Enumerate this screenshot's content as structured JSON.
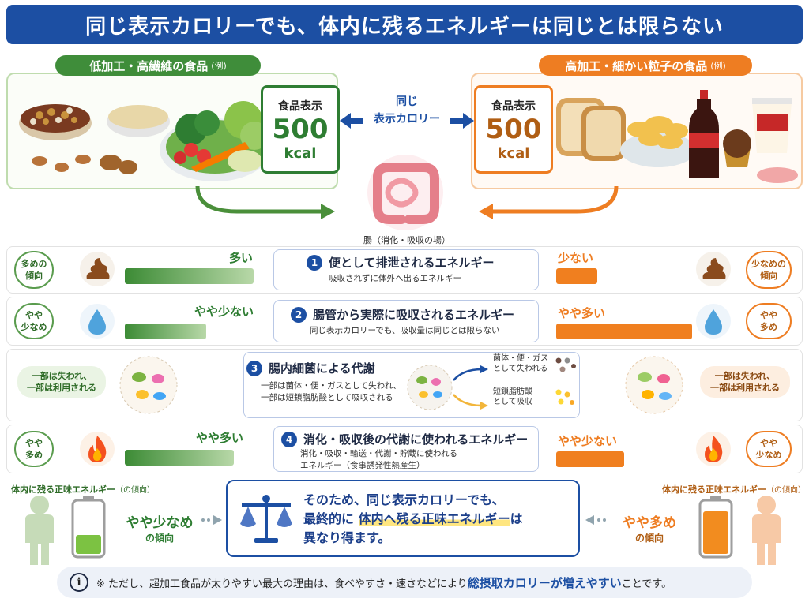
{
  "header": {
    "title": "同じ表示カロリーでも、体内に残るエネルギーは同じとは限らない"
  },
  "left_panel": {
    "tag": "低加工・高繊維の食品",
    "tag_note": "(例)",
    "label_title": "食品表示",
    "label_value": "500",
    "label_unit": "kcal",
    "color": "#2e7d32"
  },
  "right_panel": {
    "tag": "高加工・細かい粒子の食品",
    "tag_note": "(例)",
    "label_title": "食品表示",
    "label_value": "500",
    "label_unit": "kcal",
    "color": "#ee7d22"
  },
  "center": {
    "same_line1": "同じ",
    "same_line2": "表示カロリー",
    "intestine_caption": "腸（消化・吸収の場）"
  },
  "rows": [
    {
      "num": "1",
      "title": "便として排泄されるエネルギー",
      "desc": [
        "吸収されずに体外へ出るエネルギー"
      ],
      "left_pill": [
        "多めの",
        "傾向"
      ],
      "left_amount": "多い",
      "left_level": 0.95,
      "right_pill": [
        "少なめの",
        "傾向"
      ],
      "right_amount": "少ない",
      "right_level": 0.3,
      "icon": "stool-icon"
    },
    {
      "num": "2",
      "title": "腸管から実際に吸収されるエネルギー",
      "desc": [
        "同じ表示カロリーでも、吸収量は同じとは限らない"
      ],
      "left_pill": [
        "やや",
        "少なめ"
      ],
      "left_amount": "やや少ない",
      "left_level": 0.6,
      "right_pill": [
        "やや",
        "多め"
      ],
      "right_amount": "やや多い",
      "right_level": 1.0,
      "icon": "water-drop-icon"
    },
    {
      "num": "3",
      "title": "腸内細菌による代謝",
      "desc": [
        "一部は菌体・便・ガスとして失われ、",
        "一部は短鎖脂肪酸として吸収される"
      ],
      "left_pill": [
        "一部は失われ、",
        "一部は利用される"
      ],
      "right_pill": [
        "一部は失われ、",
        "一部は利用される"
      ],
      "branch_top": [
        "菌体・便・ガス",
        "として失われる"
      ],
      "branch_bottom": [
        "短鎖脂肪酸",
        "として吸収"
      ],
      "icon": "bacteria-icon"
    },
    {
      "num": "4",
      "title": "消化・吸収後の代謝に使われるエネルギー",
      "desc": [
        "消化・吸収・輸送・代謝・貯蔵に使われる",
        "エネルギー（食事誘発性熱産生）"
      ],
      "left_pill": [
        "やや",
        "多め"
      ],
      "left_amount": "やや多い",
      "left_level": 0.8,
      "right_pill": [
        "やや",
        "少なめ"
      ],
      "right_amount": "やや少ない",
      "right_level": 0.5,
      "icon": "flame-icon"
    }
  ],
  "bottom": {
    "left_label": "体内に残る正味エネルギー",
    "left_label_note": "（の傾向）",
    "right_label": "体内に残る正味エネルギー",
    "right_label_note": "（の傾向）",
    "left_value": "やや少なめ",
    "left_sub": "の傾向",
    "left_battery_level": 0.35,
    "right_value": "やや多め",
    "right_sub": "の傾向",
    "right_battery_level": 0.8,
    "text_line1": "そのため、同じ表示カロリーでも、",
    "text_line2a": "最終的に ",
    "text_line2b": "体内へ残る正味エネルギー",
    "text_line2c": "は",
    "text_line3": "異なり得ます。"
  },
  "footnote": {
    "a": "※ ただし、超加工食品が太りやすい最大の理由は、食べやすさ・速さなどにより",
    "b": "総摂取カロリーが増えやすい",
    "c": "ことです。"
  }
}
